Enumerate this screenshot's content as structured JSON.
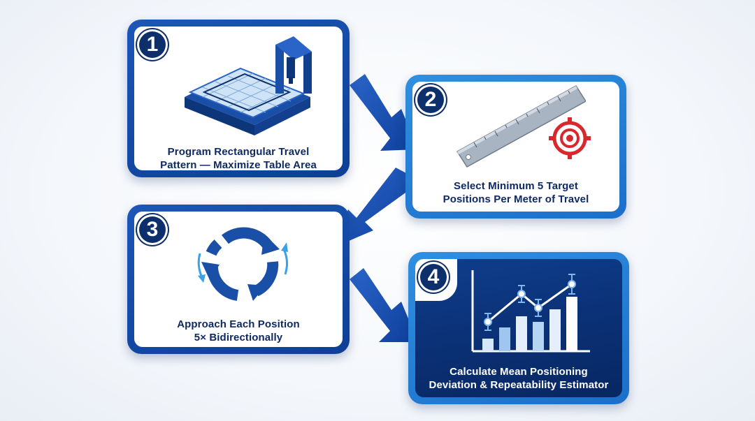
{
  "steps": [
    {
      "number": "1",
      "line1": "Program Rectangular Travel",
      "line2": "Pattern — Maximize Table Area",
      "icon": "cnc-machine-icon"
    },
    {
      "number": "2",
      "line1": "Select Minimum 5 Target",
      "line2": "Positions Per Meter of Travel",
      "icon": "ruler-target-icon"
    },
    {
      "number": "3",
      "line1": "Approach Each Position",
      "line2": "5× Bidirectionally",
      "icon": "cycle-arrows-icon"
    },
    {
      "number": "4",
      "line1": "Calculate Mean Positioning",
      "line2": "Deviation & Repeatability Estimator",
      "icon": "chart-icon"
    }
  ],
  "colors": {
    "primary": "#0d3f95",
    "secondary": "#2f8fe0",
    "dark": "#0d2f6b",
    "target_red": "#d9272e"
  }
}
